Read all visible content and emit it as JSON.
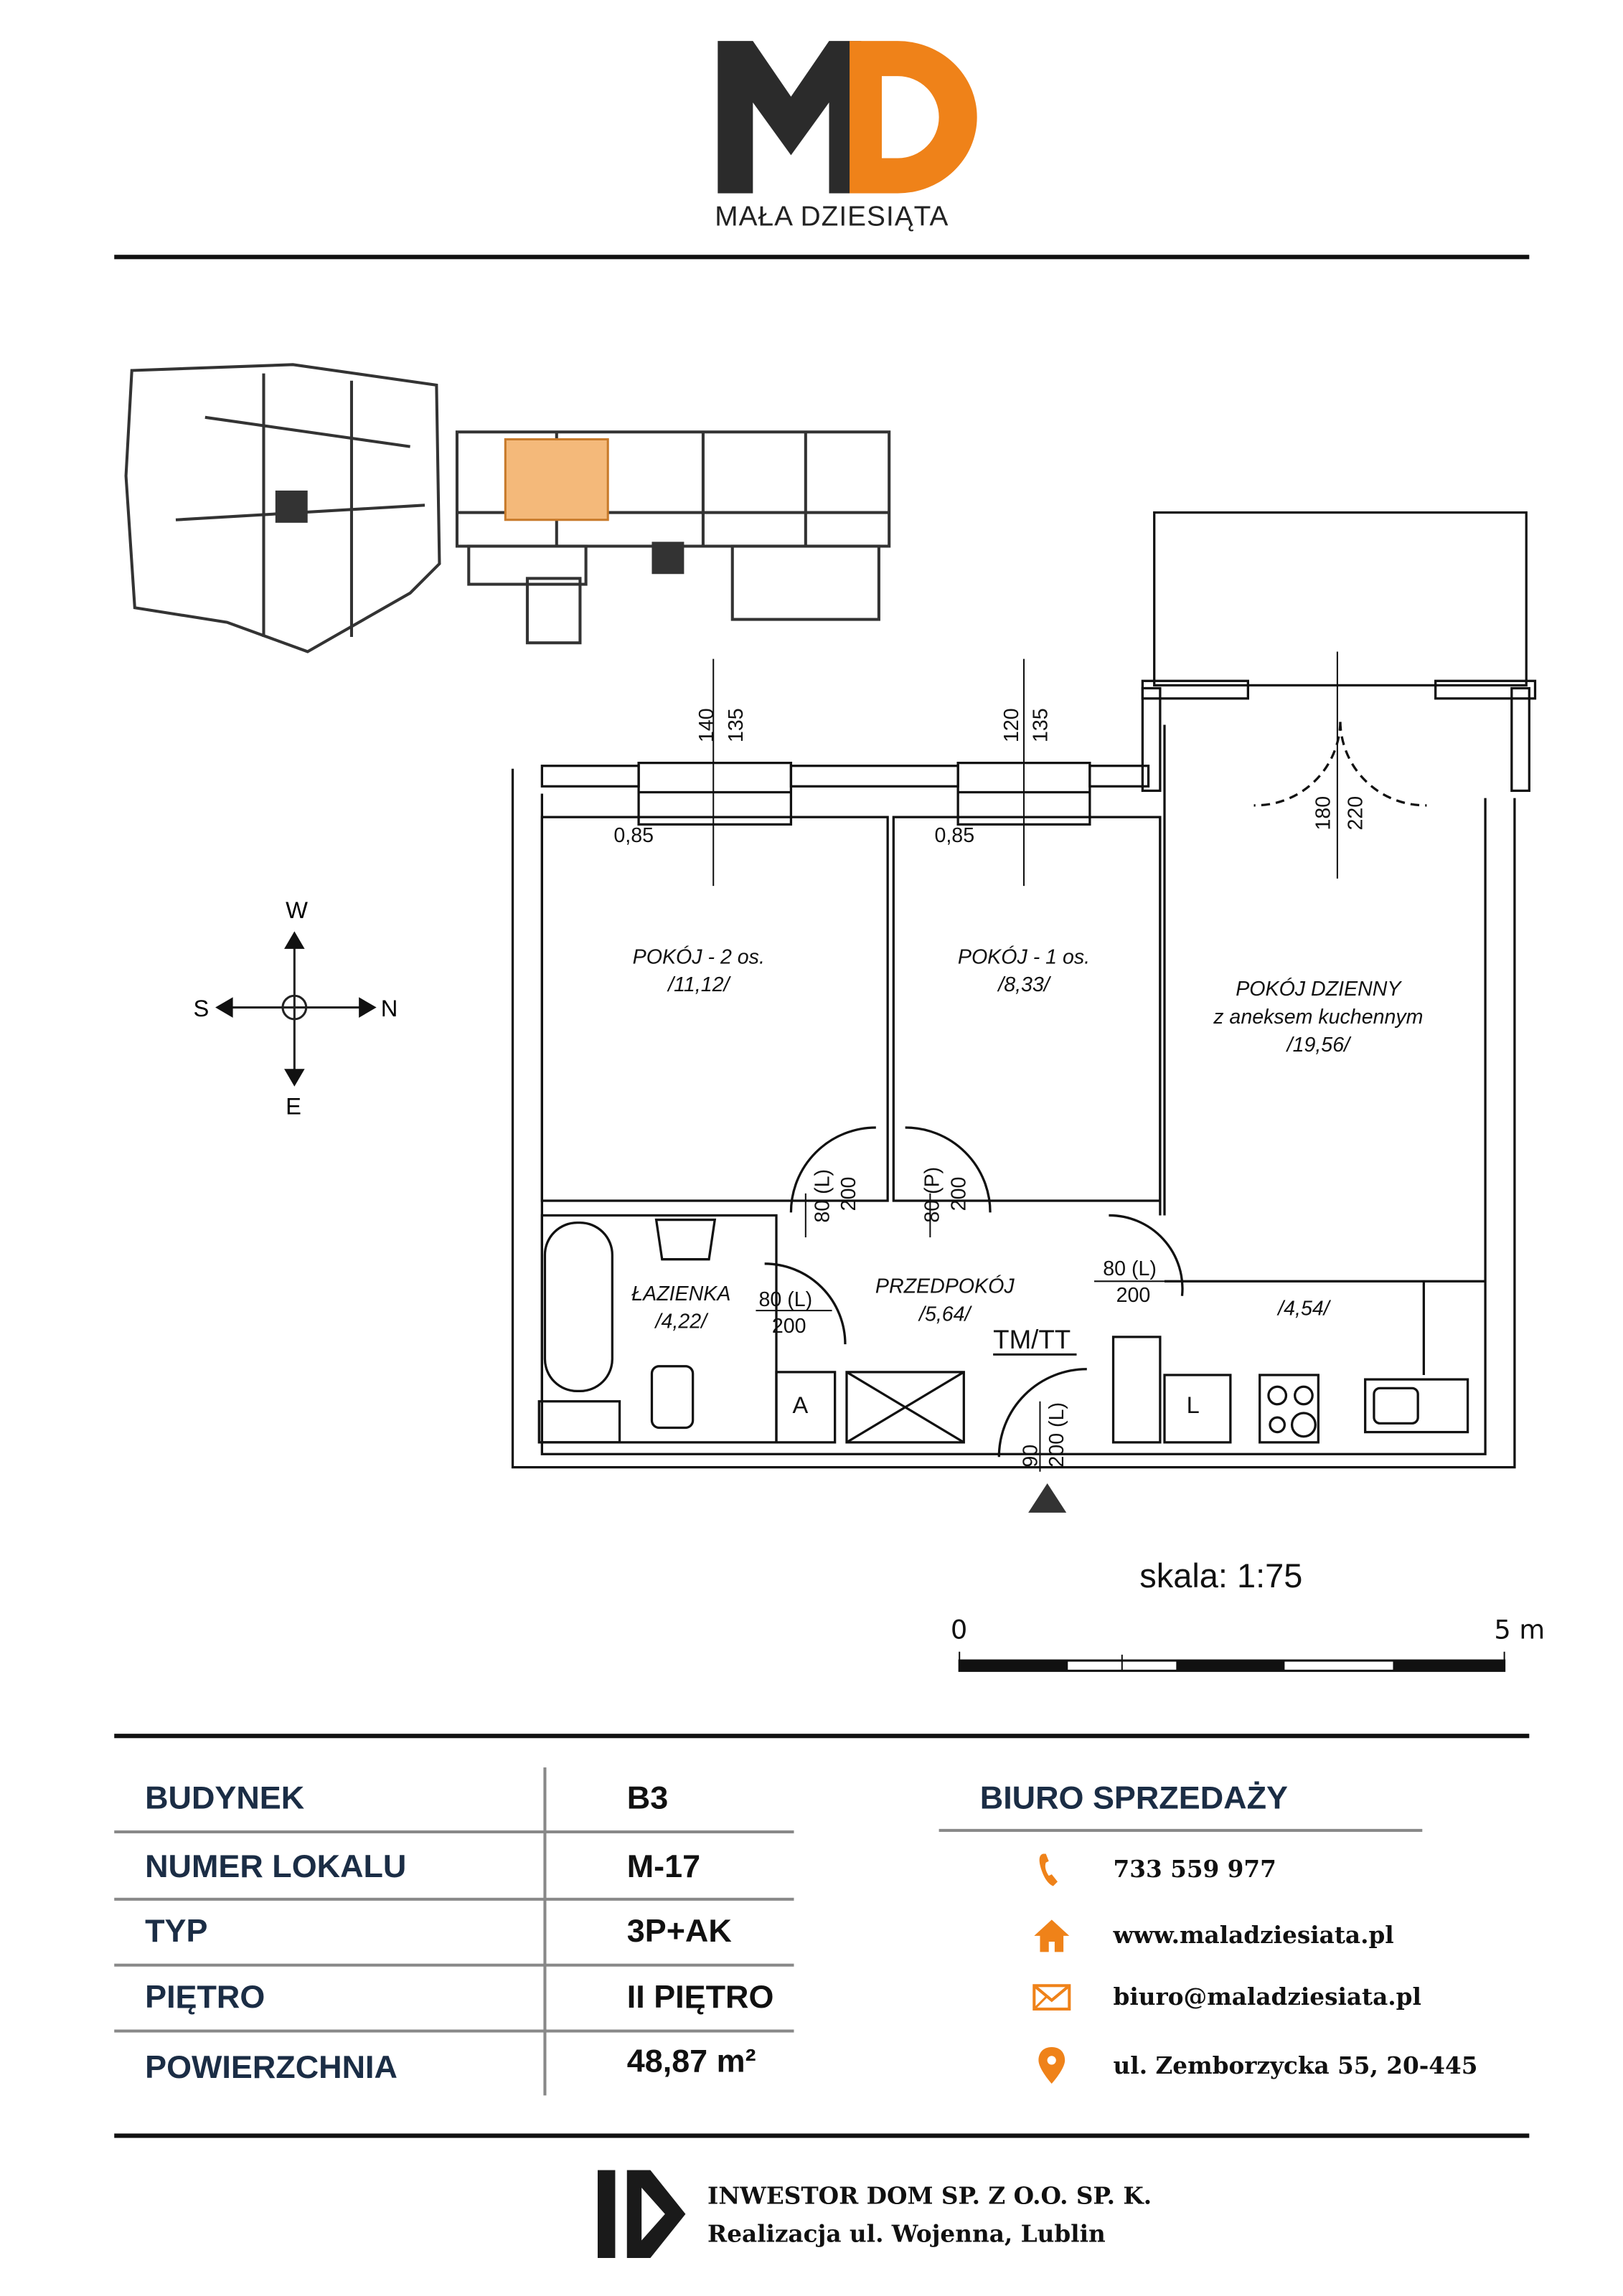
{
  "brand": {
    "logo_letters": "MD",
    "name": "MAŁA DZIESIĄTA",
    "accent": "#ef8219",
    "dark": "#2b2b2b"
  },
  "compass": {
    "w": "W",
    "s": "S",
    "n": "N",
    "e": "E"
  },
  "plan": {
    "rooms": [
      {
        "name": "POKÓJ - 2 os.",
        "area": "/11,12/"
      },
      {
        "name": "POKÓJ - 1 os.",
        "area": "/8,33/"
      },
      {
        "name": "POKÓJ DZIENNY",
        "sub": "z aneksem kuchennym",
        "area": "/19,56/"
      },
      {
        "name": "ŁAZIENKA",
        "area": "/4,22/"
      },
      {
        "name": "PRZEDPOKÓJ",
        "area": "/5,64/"
      },
      {
        "name": "",
        "area": "/4,54/"
      }
    ],
    "windows": [
      {
        "w": "140",
        "h": "135",
        "sill": "0,85"
      },
      {
        "w": "120",
        "h": "135",
        "sill": "0,85"
      },
      {
        "w": "180",
        "h": "220"
      }
    ],
    "doors": [
      {
        "w": "80 (L)",
        "h": "200"
      },
      {
        "w": "80 (P)",
        "h": "200"
      },
      {
        "w": "80 (L)",
        "h": "200"
      },
      {
        "w": "80 (L)",
        "h": "200"
      },
      {
        "w": "90",
        "h": "200 (L)"
      }
    ],
    "tm_tt": "TM/TT",
    "label_a": "A",
    "label_l": "L"
  },
  "scale": {
    "label": "skala: 1:75",
    "start": "0",
    "end": "5 m"
  },
  "details": [
    {
      "label": "BUDYNEK",
      "value": "B3"
    },
    {
      "label": "NUMER LOKALU",
      "value": "M-17"
    },
    {
      "label": "TYP",
      "value": "3P+AK"
    },
    {
      "label": "PIĘTRO",
      "value": "II PIĘTRO"
    },
    {
      "label": "POWIERZCHNIA",
      "value": "48,87 m²"
    }
  ],
  "sales": {
    "title": "BIURO SPRZEDAŻY",
    "phone": "733 559 977",
    "website": "www.maladziesiata.pl",
    "email": "biuro@maladziesiata.pl",
    "address": "ul. Zemborzycka 55, 20-445"
  },
  "footer": {
    "logo_letters": "ID",
    "company": "INWESTOR DOM SP. Z O.O. SP. K.",
    "project": "Realizacja ul. Wojenna, Lublin"
  }
}
